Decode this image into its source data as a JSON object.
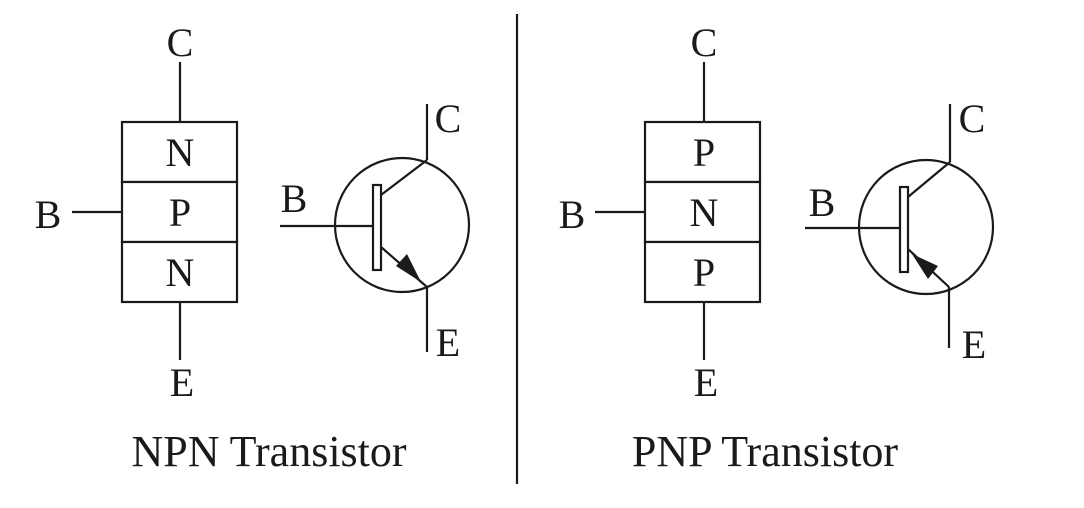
{
  "npn": {
    "collector": "C",
    "base": "B",
    "emitter": "E",
    "layers": [
      "N",
      "P",
      "N"
    ],
    "symbol": {
      "collector": "C",
      "base": "B",
      "emitter": "E"
    },
    "caption": "NPN Transistor"
  },
  "pnp": {
    "collector": "C",
    "base": "B",
    "emitter": "E",
    "layers": [
      "P",
      "N",
      "P"
    ],
    "symbol": {
      "collector": "C",
      "base": "B",
      "emitter": "E"
    },
    "caption": "PNP Transistor"
  }
}
